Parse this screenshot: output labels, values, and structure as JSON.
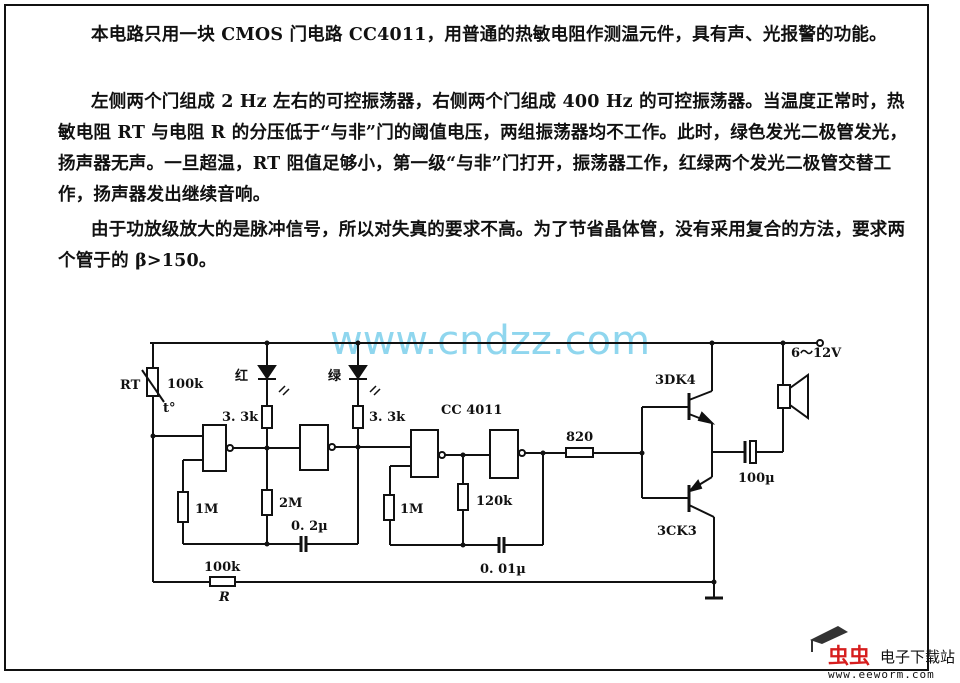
{
  "text": {
    "paragraph1": "本电路只用一块 CMOS 门电路 CC4011，用普通的热敏电阻作测温元件，具有声、光报警的功能。",
    "paragraph2": "左侧两个门组成 2 Hz 左右的可控振荡器，右侧两个门组成 400 Hz 的可控振荡器。当温度正常时，热敏电阻 RT 与电阻 R 的分压低于“与非”门的阈值电压，两组振荡器均不工作。此时，绿色发光二极管发光，扬声器无声。一旦超温，RT 阻值足够小，第一级“与非”门打开，振荡器工作，红绿两个发光二极管交替工作，扬声器发出继续音响。",
    "paragraph3": "由于功放级放大的是脉冲信号，所以对失真的要求不高。为了节省晶体管，没有采用复合的方法，要求两个管于的 β>150。"
  },
  "circuit": {
    "rt_label": "RT",
    "rt_value": "100k",
    "rt_temp": "t°",
    "red_led": "红",
    "green_led": "绿",
    "r_red": "3. 3k",
    "r_green": "3. 3k",
    "ic": "CC 4011",
    "r_1m_left": "1M",
    "r_2m": "2M",
    "c_02": "0. 2µ",
    "r_1m_right": "1M",
    "r_120k": "120k",
    "c_001": "0. 01µ",
    "r_820": "820",
    "r_bottom_value": "100k",
    "r_bottom_label": "R",
    "q_upper": "3DK4",
    "q_lower": "3CK3",
    "c_100": "100µ",
    "supply": "6～12V"
  },
  "watermark": "www.cndzz.com",
  "logo": {
    "brand": "虫虫",
    "site": "电子下载站",
    "url": "www.eeworm.com"
  }
}
